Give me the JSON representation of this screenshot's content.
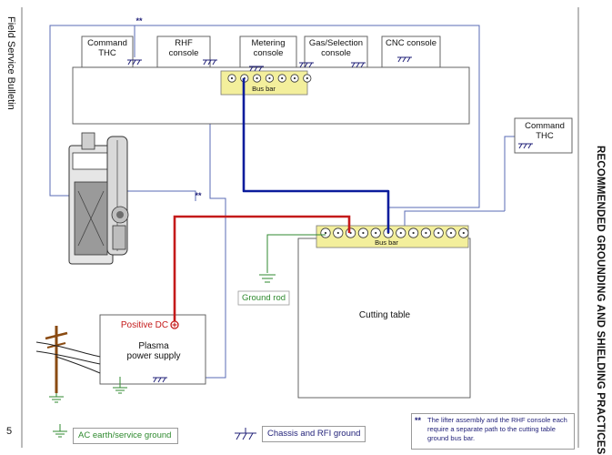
{
  "bulletin": {
    "side_title": "Field Service Bulletin",
    "page_number": "5",
    "section_title": "RECOMMENDED GROUNDING AND SHIELDING PRACTICES"
  },
  "consoles": {
    "command_thc": "Command THC",
    "rhf": "RHF console",
    "metering": "Metering console",
    "gas_selection": "Gas/Selection console",
    "cnc": "CNC console",
    "command_thc_right": "Command THC"
  },
  "labels": {
    "bus_bar_top": "Bus bar",
    "bus_bar_table": "Bus bar",
    "ground_rod": "Ground rod",
    "cutting_table": "Cutting table",
    "positive_dc": "Positive DC",
    "plasma_power_supply": "Plasma power supply",
    "separate_path_marker_top": "**",
    "separate_path_marker_mid": "**",
    "plus_symbol": "+"
  },
  "legend": {
    "ac_earth": "AC earth/service ground",
    "chassis_rfi": "Chassis and RFI ground"
  },
  "note": {
    "marker": "**",
    "text": "The lifter assembly and the RHF console each require a separate path to the cutting table ground bus bar."
  },
  "colors": {
    "signal_wire": "#5a6bb5",
    "blue_wire": "#0b1c9c",
    "red_wire": "#c41a1a",
    "ground_wire": "#2f8a2f",
    "bus_bar_fill": "#f3ef9c",
    "ground_rod_text": "#2f8a2f",
    "note_text": "#23237a"
  }
}
